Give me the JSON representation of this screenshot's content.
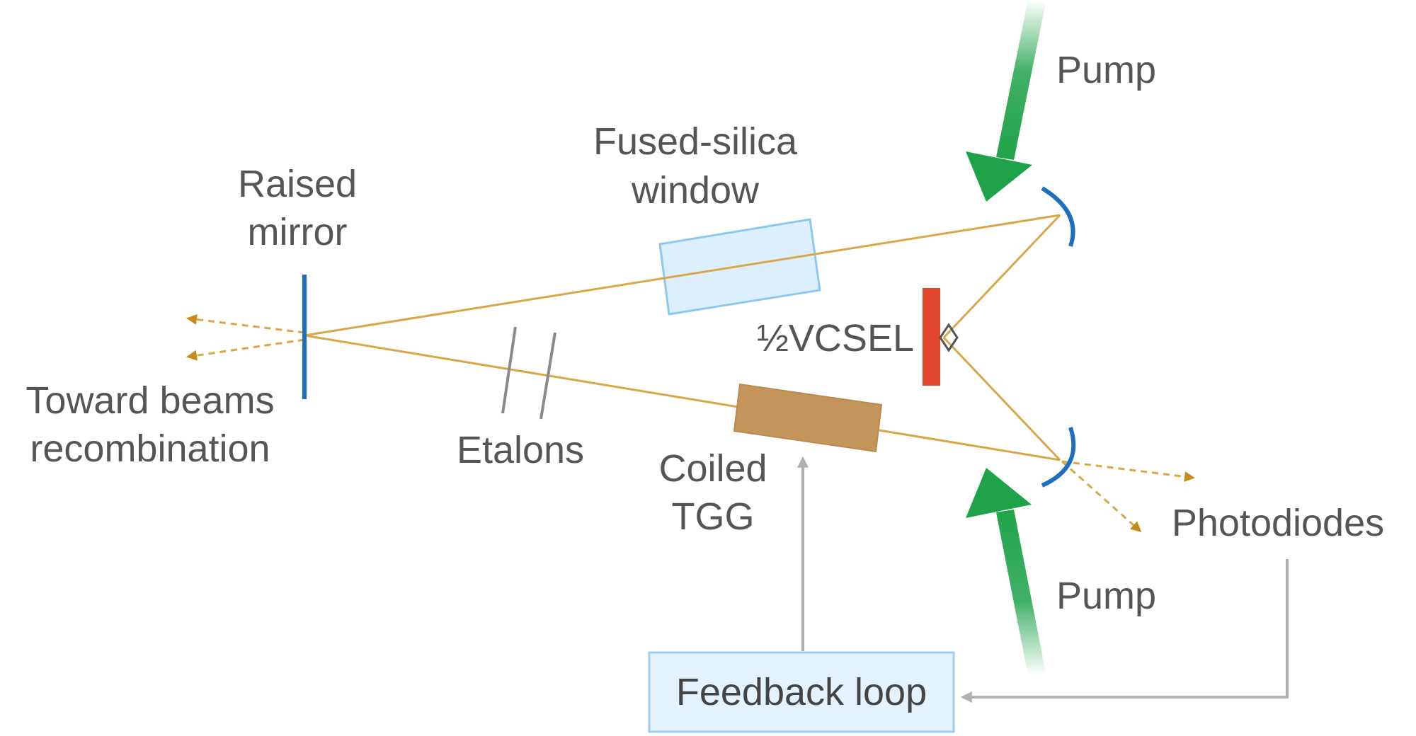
{
  "labels": {
    "pump_top": "Pump",
    "pump_bottom": "Pump",
    "fused_silica_line1": "Fused-silica",
    "fused_silica_line2": "window",
    "raised_mirror_line1": "Raised",
    "raised_mirror_line2": "mirror",
    "vcsel": "½VCSEL",
    "toward_line1": "Toward beams",
    "toward_line2": "recombination",
    "etalons": "Etalons",
    "coiled_line1": "Coiled",
    "coiled_line2": "TGG",
    "photodiodes": "Photodiodes",
    "feedback_loop": "Feedback loop"
  },
  "colors": {
    "beam": "#d9a648",
    "beam_arrow": "#c98a1c",
    "mirror": "#1f6fc0",
    "vcsel": "#e0452e",
    "pump": "#1fa34a",
    "window_fill": "#dcefff",
    "window_stroke": "#8ec8ee",
    "tgg": "#c4955a",
    "feedback_box_fill": "#e4f2fd",
    "feedback_box_stroke": "#9fcdf0",
    "gray_arrow": "#b0b0b0",
    "etalon": "#8a8a8a"
  }
}
